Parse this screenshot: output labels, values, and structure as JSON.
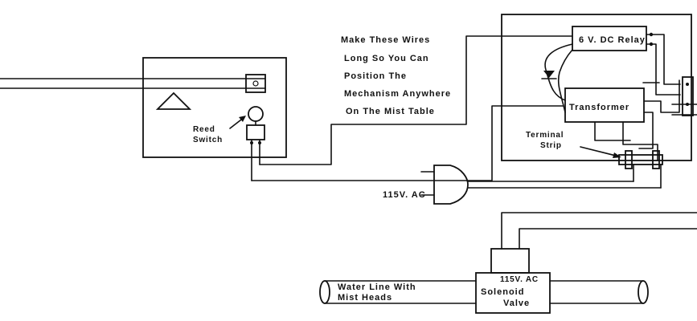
{
  "labels": {
    "note_line1": "Make These Wires",
    "note_line2": "Long So You Can",
    "note_line3": "Position The",
    "note_line4": "Mechanism Anywhere",
    "note_line5": "On The Mist Table",
    "relay": "6 V. DC Relay",
    "transformer": "Transformer",
    "reed_switch_line1": "Reed",
    "reed_switch_line2": "Switch",
    "terminal_strip_line1": "Terminal",
    "terminal_strip_line2": "Strip",
    "plug_voltage": "115V. AC",
    "solenoid_voltage": "115V. AC",
    "solenoid_line1": "Solenoid",
    "solenoid_line2": "Valve",
    "water_line1": "Water Line With",
    "water_line2": "Mist Heads"
  }
}
